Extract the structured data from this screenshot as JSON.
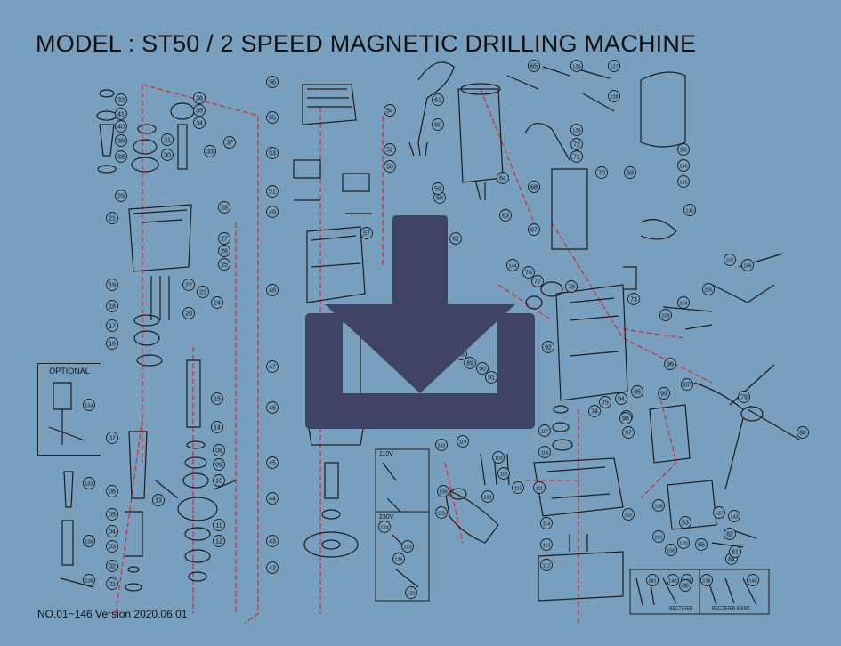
{
  "title": "MODEL : ST50 / 2 SPEED MAGNETIC DRILLING MACHINE",
  "footer": "NO.01~146  Version 2020.06.01",
  "optional_label": "OPTIONAL",
  "voltage_labels": [
    "110V",
    "230V"
  ],
  "legend_labels": [
    "RECTIFIER",
    "RECTIFIER & EMC"
  ],
  "download_icon": "download-icon",
  "colors": {
    "background": "#789fbd",
    "overlay": "#3f4466",
    "leader": "#d9242b"
  },
  "part_numbers": [
    {
      "n": "32"
    },
    {
      "n": "41"
    },
    {
      "n": "40"
    },
    {
      "n": "36"
    },
    {
      "n": "35"
    },
    {
      "n": "34"
    },
    {
      "n": "39"
    },
    {
      "n": "38"
    },
    {
      "n": "33"
    },
    {
      "n": "31"
    },
    {
      "n": "30"
    },
    {
      "n": "37"
    },
    {
      "n": "29"
    },
    {
      "n": "28"
    },
    {
      "n": "21"
    },
    {
      "n": "27"
    },
    {
      "n": "26"
    },
    {
      "n": "25"
    },
    {
      "n": "22"
    },
    {
      "n": "23"
    },
    {
      "n": "24"
    },
    {
      "n": "19"
    },
    {
      "n": "20"
    },
    {
      "n": "18"
    },
    {
      "n": "17"
    },
    {
      "n": "16"
    },
    {
      "n": "15"
    },
    {
      "n": "14"
    },
    {
      "n": "08"
    },
    {
      "n": "09"
    },
    {
      "n": "10"
    },
    {
      "n": "11"
    },
    {
      "n": "12"
    },
    {
      "n": "13"
    },
    {
      "n": "07"
    },
    {
      "n": "06"
    },
    {
      "n": "05"
    },
    {
      "n": "04"
    },
    {
      "n": "03"
    },
    {
      "n": "02"
    },
    {
      "n": "01"
    },
    {
      "n": "133"
    },
    {
      "n": "134"
    },
    {
      "n": "135"
    },
    {
      "n": "136"
    },
    {
      "n": "56"
    },
    {
      "n": "55"
    },
    {
      "n": "54"
    },
    {
      "n": "53"
    },
    {
      "n": "52"
    },
    {
      "n": "51"
    },
    {
      "n": "50"
    },
    {
      "n": "49"
    },
    {
      "n": "48"
    },
    {
      "n": "47"
    },
    {
      "n": "46"
    },
    {
      "n": "45"
    },
    {
      "n": "44"
    },
    {
      "n": "43"
    },
    {
      "n": "42"
    },
    {
      "n": "57"
    },
    {
      "n": "58"
    },
    {
      "n": "59"
    },
    {
      "n": "60"
    },
    {
      "n": "61"
    },
    {
      "n": "62"
    },
    {
      "n": "63"
    },
    {
      "n": "64"
    },
    {
      "n": "65"
    },
    {
      "n": "126"
    },
    {
      "n": "127"
    },
    {
      "n": "128"
    },
    {
      "n": "129"
    },
    {
      "n": "72"
    },
    {
      "n": "71"
    },
    {
      "n": "70"
    },
    {
      "n": "69"
    },
    {
      "n": "68"
    },
    {
      "n": "67"
    },
    {
      "n": "66"
    },
    {
      "n": "146"
    },
    {
      "n": "131"
    },
    {
      "n": "130"
    },
    {
      "n": "144"
    },
    {
      "n": "76"
    },
    {
      "n": "77"
    },
    {
      "n": "78"
    },
    {
      "n": "73"
    },
    {
      "n": "74"
    },
    {
      "n": "75"
    },
    {
      "n": "107"
    },
    {
      "n": "106"
    },
    {
      "n": "105"
    },
    {
      "n": "104"
    },
    {
      "n": "103"
    },
    {
      "n": "96"
    },
    {
      "n": "95"
    },
    {
      "n": "94"
    },
    {
      "n": "93"
    },
    {
      "n": "92"
    },
    {
      "n": "91"
    },
    {
      "n": "90"
    },
    {
      "n": "89"
    },
    {
      "n": "88"
    },
    {
      "n": "87"
    },
    {
      "n": "79"
    },
    {
      "n": "80"
    },
    {
      "n": "99"
    },
    {
      "n": "97"
    },
    {
      "n": "98"
    },
    {
      "n": "142"
    },
    {
      "n": "119"
    },
    {
      "n": "118"
    },
    {
      "n": "117"
    },
    {
      "n": "116"
    },
    {
      "n": "115"
    },
    {
      "n": "114"
    },
    {
      "n": "113"
    },
    {
      "n": "112"
    },
    {
      "n": "111"
    },
    {
      "n": "110"
    },
    {
      "n": "109"
    },
    {
      "n": "108"
    },
    {
      "n": "102"
    },
    {
      "n": "101"
    },
    {
      "n": "100"
    },
    {
      "n": "137"
    },
    {
      "n": "138"
    },
    {
      "n": "139"
    },
    {
      "n": "140"
    },
    {
      "n": "141"
    },
    {
      "n": "143"
    },
    {
      "n": "145"
    },
    {
      "n": "120"
    },
    {
      "n": "121"
    },
    {
      "n": "122"
    },
    {
      "n": "123"
    },
    {
      "n": "124"
    },
    {
      "n": "125"
    },
    {
      "n": "132"
    },
    {
      "n": "86"
    },
    {
      "n": "85"
    },
    {
      "n": "84"
    },
    {
      "n": "83"
    },
    {
      "n": "82"
    },
    {
      "n": "81"
    }
  ]
}
